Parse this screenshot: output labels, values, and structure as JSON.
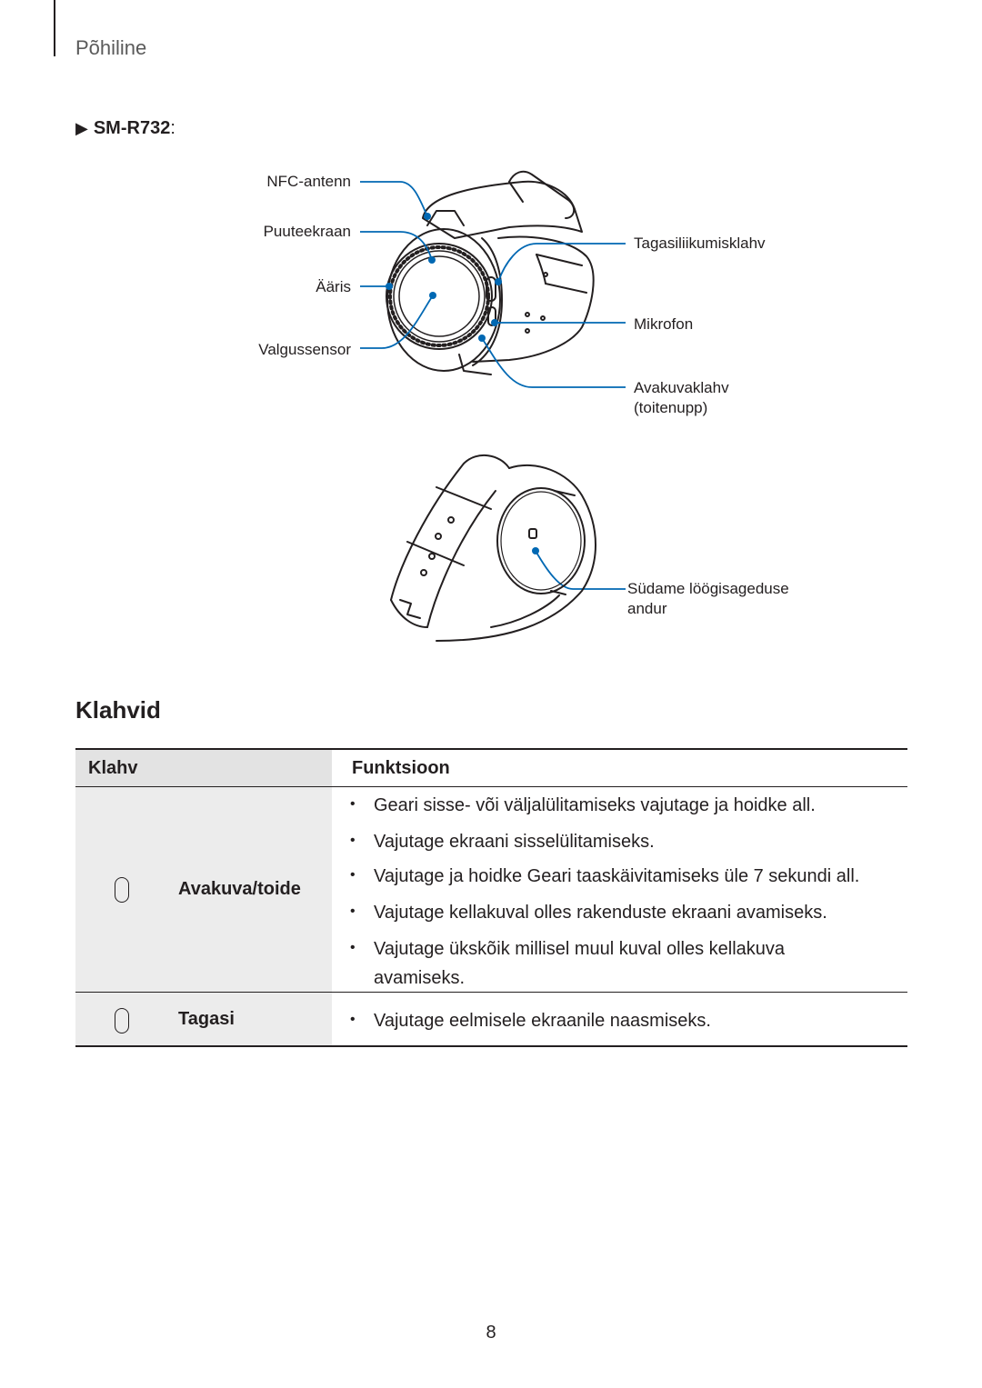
{
  "header": {
    "section": "Põhiline"
  },
  "model": {
    "label": "SM-R732",
    "colon": ":"
  },
  "figure": {
    "callouts": {
      "nfc": "NFC-antenn",
      "touchscreen": "Puuteekraan",
      "bezel": "Ääris",
      "light_sensor": "Valgussensor",
      "back_key": "Tagasiliikumisklahv",
      "microphone": "Mikrofon",
      "home_key_line1": "Avakuvaklahv",
      "home_key_line2": "(toitenupp)",
      "hr_sensor_line1": "Südame löögisageduse",
      "hr_sensor_line2": "andur"
    },
    "accent_color": "#0068b3"
  },
  "section": {
    "heading": "Klahvid"
  },
  "table": {
    "headers": {
      "key": "Klahv",
      "function": "Funktsioon"
    },
    "rows": [
      {
        "key": "Avakuva/toide",
        "icon": "home-key-icon",
        "lines": [
          "Geari sisse- või väljalülitamiseks vajutage ja hoidke all.",
          "Vajutage ekraani sisselülitamiseks.",
          "Vajutage ja hoidke Geari taaskäivitamiseks üle 7 sekundi all.",
          "Vajutage kellakuval olles rakenduste ekraani avamiseks.",
          "Vajutage ükskõik millisel muul kuval olles kellakuva",
          "avamiseks."
        ]
      },
      {
        "key": "Tagasi",
        "icon": "back-key-icon",
        "lines": [
          "Vajutage eelmisele ekraanile naasmiseks."
        ]
      }
    ]
  },
  "page_number": "8"
}
